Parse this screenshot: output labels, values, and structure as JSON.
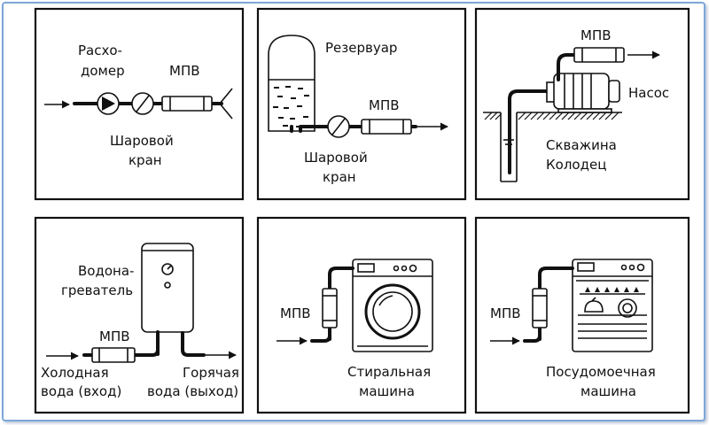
{
  "colors": {
    "frame": "#7da7d9",
    "ink": "#111111",
    "background": "#ffffff"
  },
  "panels": [
    {
      "id": "flowmeter",
      "labels": {
        "meter_l1": "Расхо-",
        "meter_l2": "домер",
        "mpv": "МПВ",
        "valve_l1": "Шаровой",
        "valve_l2": "кран"
      }
    },
    {
      "id": "reservoir",
      "labels": {
        "tank": "Резервуар",
        "mpv": "МПВ",
        "valve_l1": "Шаровой",
        "valve_l2": "кран"
      }
    },
    {
      "id": "pump",
      "labels": {
        "mpv": "МПВ",
        "pump": "Насос",
        "well_l1": "Скважина",
        "well_l2": "Колодец"
      }
    },
    {
      "id": "heater",
      "labels": {
        "heater_l1": "Водона-",
        "heater_l2": "греватель",
        "mpv": "МПВ",
        "cold_l1": "Холодная",
        "cold_l2": "вода (вход)",
        "hot_l1": "Горячая",
        "hot_l2": "вода (выход)"
      }
    },
    {
      "id": "washer",
      "labels": {
        "mpv": "МПВ",
        "machine_l1": "Стиральная",
        "machine_l2": "машина"
      }
    },
    {
      "id": "dishwasher",
      "labels": {
        "mpv": "МПВ",
        "machine_l1": "Посудомоечная",
        "machine_l2": "машина"
      }
    }
  ]
}
